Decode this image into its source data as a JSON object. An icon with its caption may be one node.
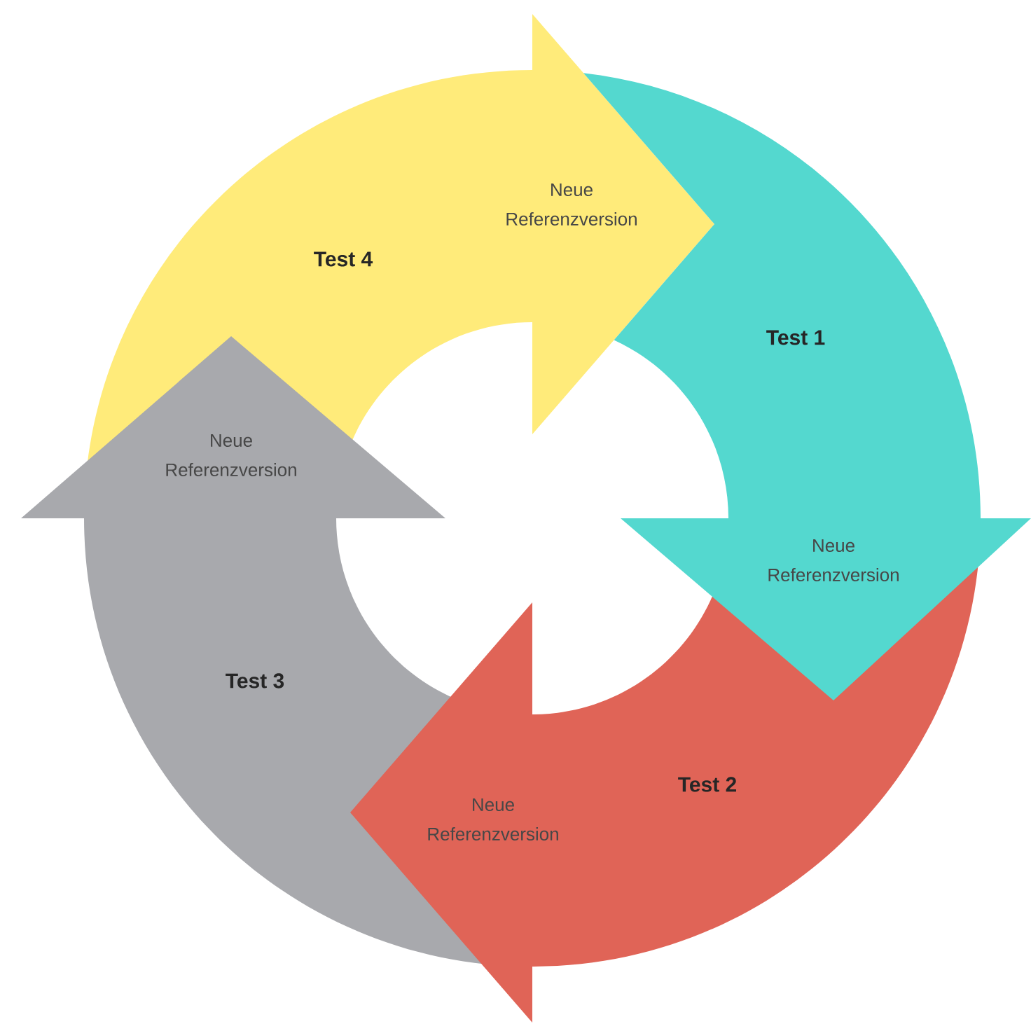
{
  "diagram": {
    "nodes": [
      {
        "text": [
          "Test 4",
          "Neue Referenzversion"
        ]
      },
      {
        "text": [
          "Test 1",
          "Neue Referenzversion"
        ]
      },
      {
        "text": [
          "Test 2",
          "Neue Referenzversion"
        ]
      },
      {
        "text": [
          "Neue Referenzversion",
          "Test 3"
        ]
      }
    ]
  }
}
